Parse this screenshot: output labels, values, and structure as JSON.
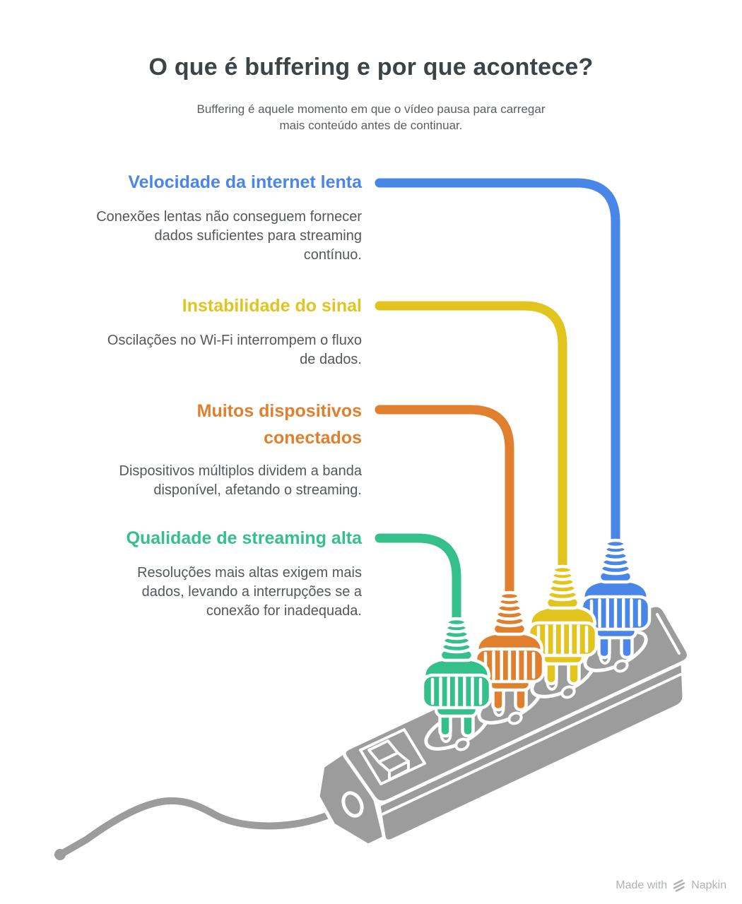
{
  "header": {
    "title": "O que é buffering e por que acontece?",
    "subtitle": "Buffering é aquele momento em que o vídeo pausa para carregar\nmais conteúdo antes de continuar."
  },
  "sections": [
    {
      "id": "slow-internet-speed",
      "color": "#4a86e8",
      "heading": "Velocidade da internet lenta",
      "description": "Conexões lentas não conseguem fornecer\ndados suficientes para streaming\ncontínuo."
    },
    {
      "id": "signal-instability",
      "color": "#e2c41f",
      "heading": "Instabilidade do sinal",
      "description": "Oscilações no Wi-Fi interrompem o fluxo\nde dados."
    },
    {
      "id": "many-connected-devices",
      "color": "#e0802f",
      "heading": "Muitos dispositivos\nconectados",
      "description": "Dispositivos múltiplos dividem a banda\ndisponível, afetando o streaming."
    },
    {
      "id": "high-streaming-quality",
      "color": "#34bf8b",
      "heading": "Qualidade de streaming alta",
      "description": "Resoluções mais altas exigem mais\ndados, levando a interrupções se a\nconexão for inadequada."
    }
  ],
  "illustration": {
    "strip_color": "#9c9c9c",
    "outline_color": "#ffffff"
  },
  "footer": {
    "made_with": "Made with",
    "brand": "Napkin"
  }
}
